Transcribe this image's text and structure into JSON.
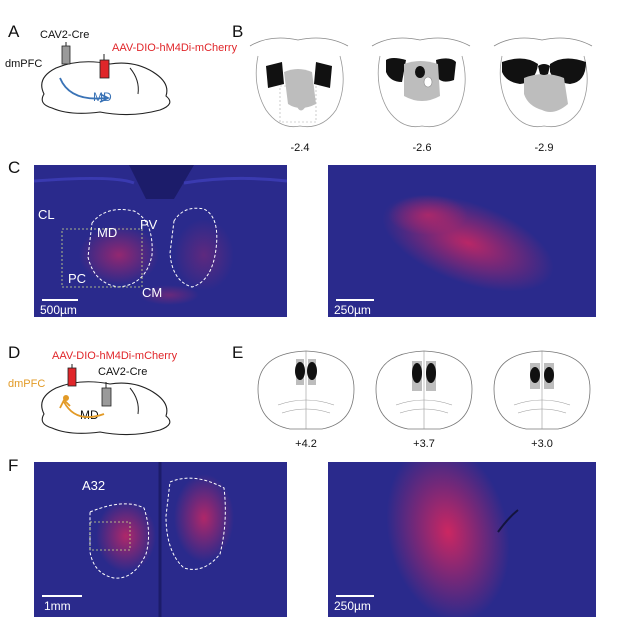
{
  "panels": {
    "A": {
      "label": "A",
      "virus_retro": "CAV2-Cre",
      "region_source": "dmPFC",
      "virus_dio": "AAV-DIO-hM4Di-mCherry",
      "region_target": "MD"
    },
    "B": {
      "label": "B",
      "coords": [
        "-2.4",
        "-2.6",
        "-2.9"
      ]
    },
    "C": {
      "label": "C",
      "region_labels": [
        "CL",
        "MD",
        "PV",
        "PC",
        "CM"
      ],
      "scale_left": "500µm",
      "scale_right": "250µm"
    },
    "D": {
      "label": "D",
      "virus_dio": "AAV-DIO-hM4Di-mCherry",
      "virus_retro": "CAV2-Cre",
      "region_source": "dmPFC",
      "region_target": "MD"
    },
    "E": {
      "label": "E",
      "coords": [
        "+4.2",
        "+3.7",
        "+3.0"
      ]
    },
    "F": {
      "label": "F",
      "region_label": "A32",
      "scale_left": "1mm",
      "scale_right": "250µm"
    }
  },
  "colors": {
    "dio_label": "#e0262a",
    "retro_arrow_A": "#3a73b6",
    "retro_arrow_D": "#e29a26",
    "expression_black": "#111111",
    "expression_gray": "#bdbdbd",
    "fluor_background": "#2a2a8c",
    "fluor_signal": "#e8265a"
  }
}
